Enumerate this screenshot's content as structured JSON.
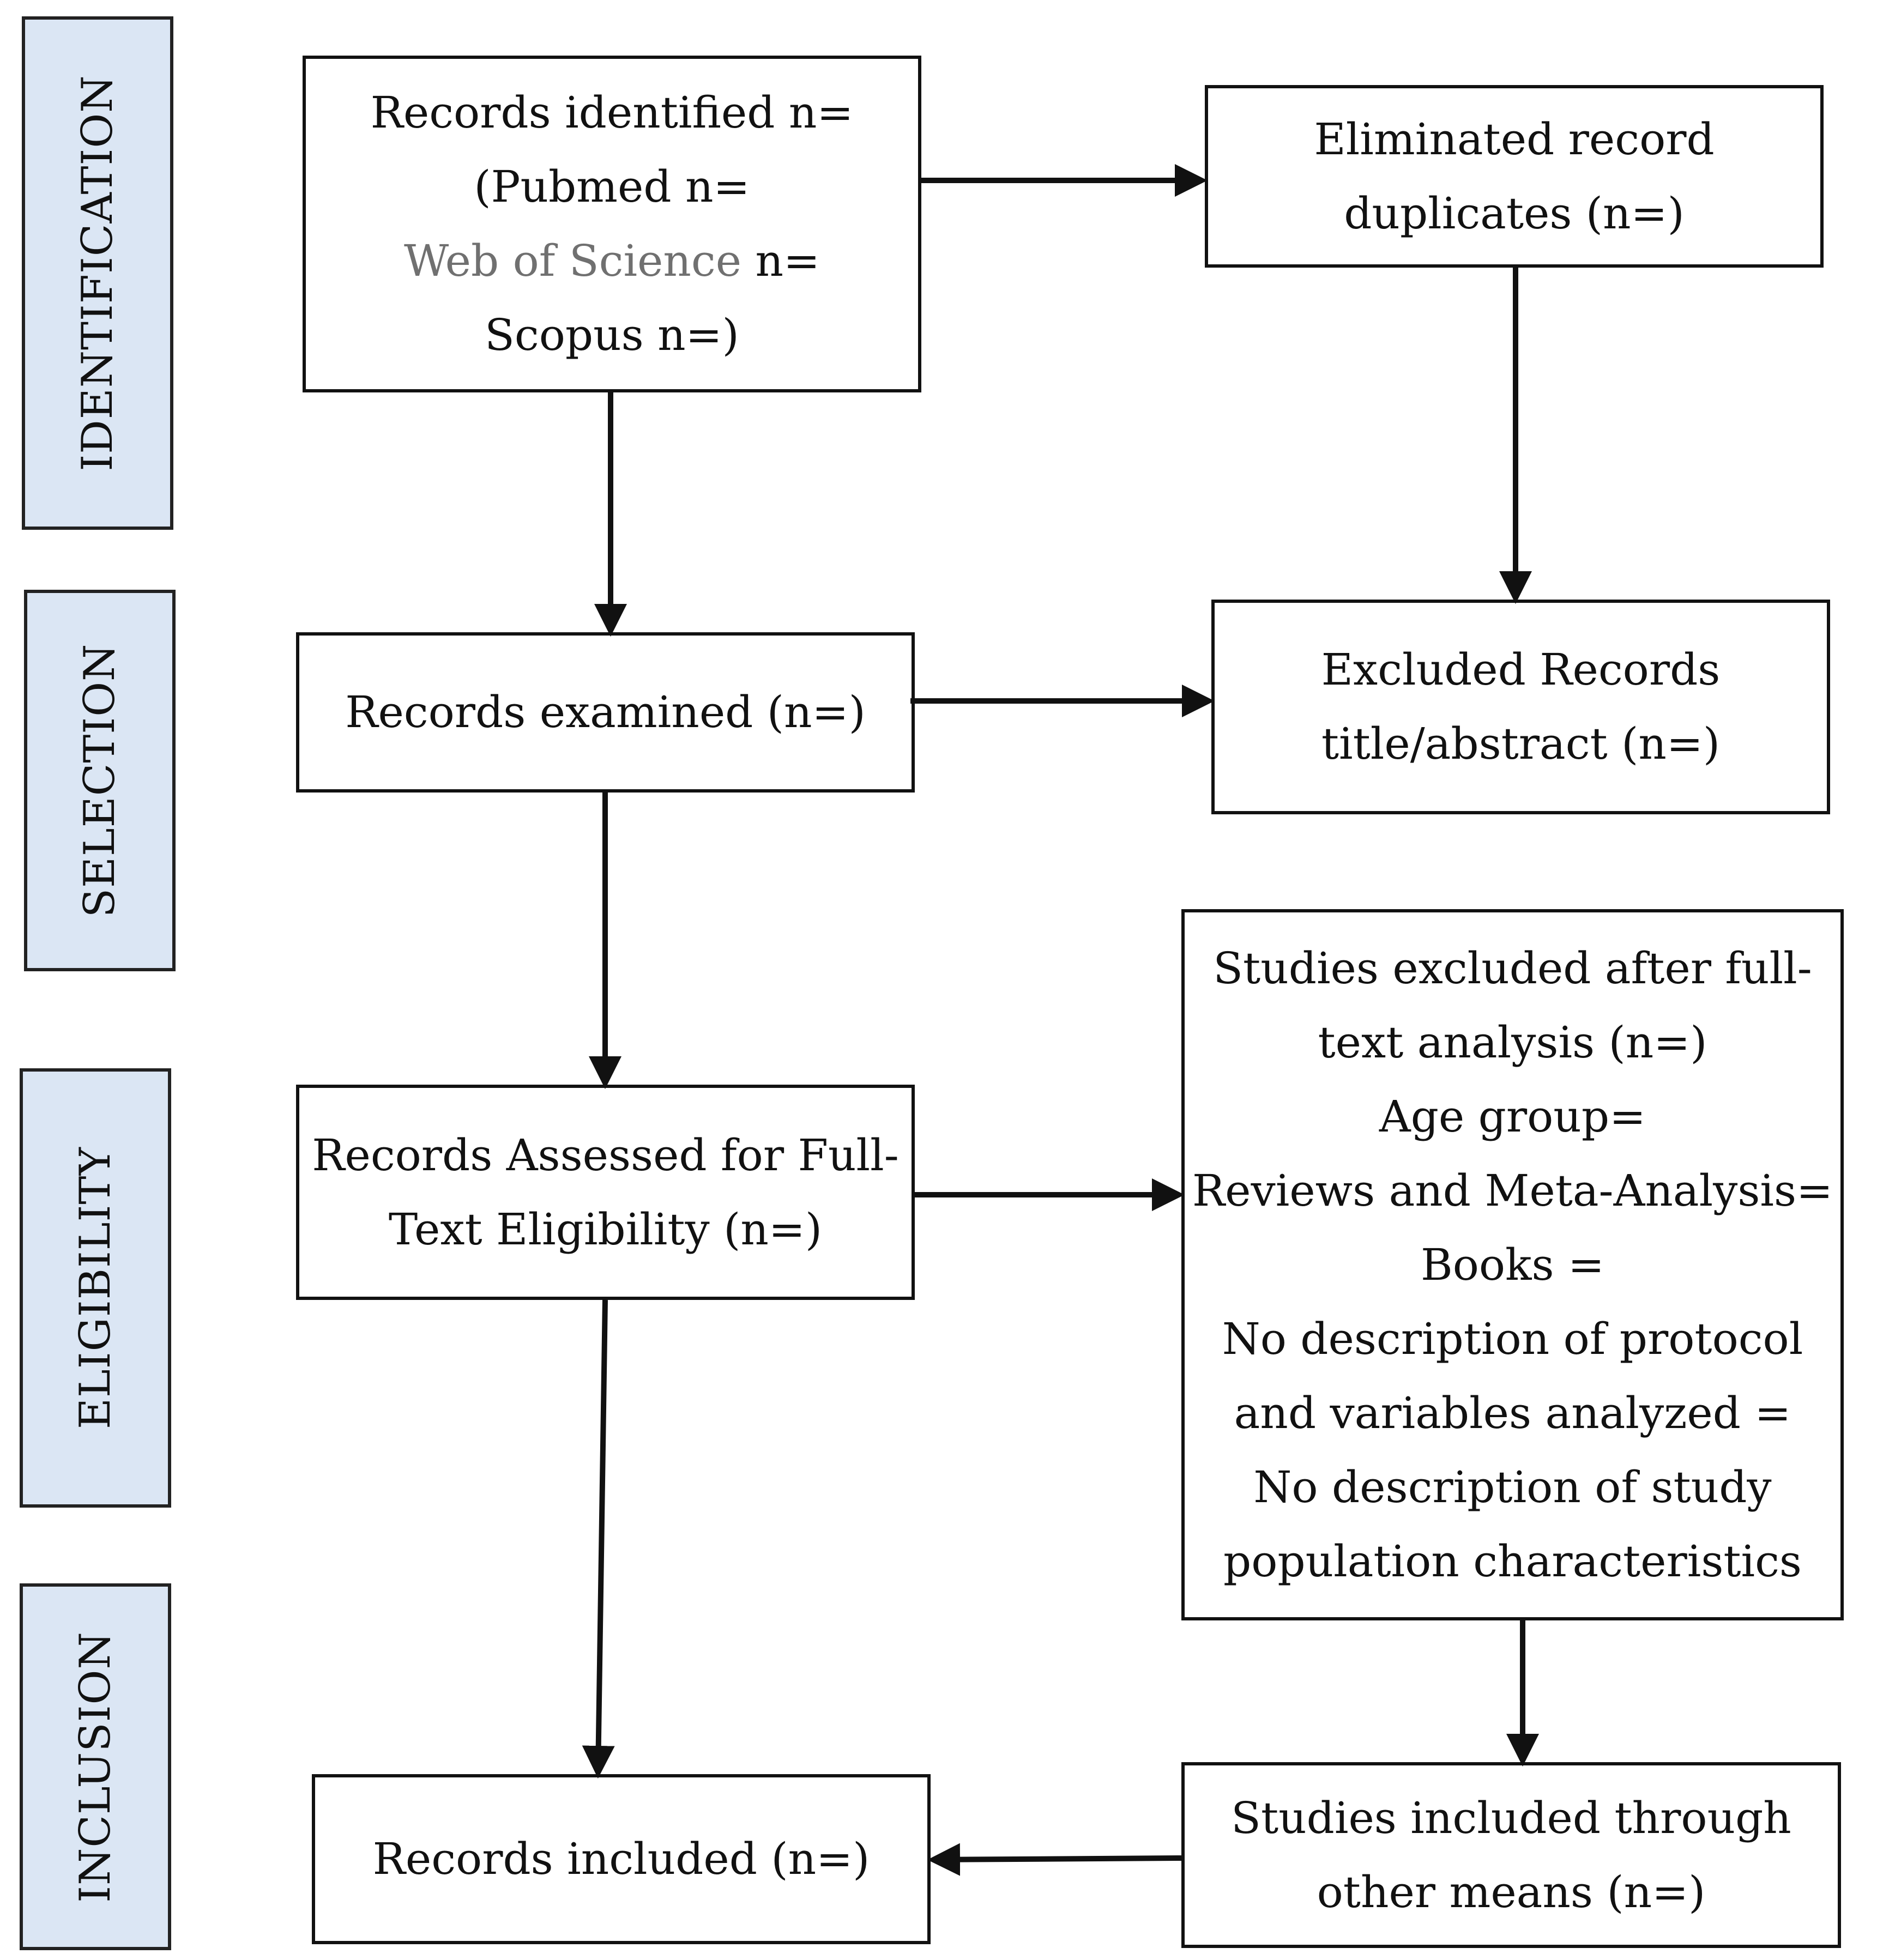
{
  "phases": {
    "identification": "IDENTIFICATION",
    "selection": "SELECTION",
    "eligibility": "ELIGIBILITY",
    "inclusion": "INCLUSION"
  },
  "boxes": {
    "records_identified": {
      "line1": "Records identified n=",
      "line2": "(Pubmed n=",
      "line3_source": "Web of Science",
      "line3_suffix": " n=",
      "line4": "Scopus n=)"
    },
    "eliminated_duplicates": {
      "line1": "Eliminated record",
      "line2": "duplicates (n=)"
    },
    "records_examined": {
      "line1": "Records examined (n=)"
    },
    "excluded_records": {
      "line1": "Excluded Records",
      "line2": "title/abstract (n=)"
    },
    "full_text_assessed": {
      "line1": "Records Assessed for Full-",
      "line2": "Text Eligibility (n=)"
    },
    "full_text_excluded": {
      "lines": [
        "Studies excluded after full-",
        "text analysis (n=)",
        "Age group=",
        "Reviews and Meta-Analysis=",
        "Books =",
        "No description of protocol",
        "and variables analyzed =",
        "No description of study",
        "population characteristics"
      ]
    },
    "records_included": {
      "line1": "Records included (n=)"
    },
    "other_means": {
      "line1": "Studies included through",
      "line2": "other means (n=)"
    }
  },
  "colors": {
    "phase_fill": "#dbe6f4",
    "border": "#111111",
    "muted_text": "#707070"
  }
}
